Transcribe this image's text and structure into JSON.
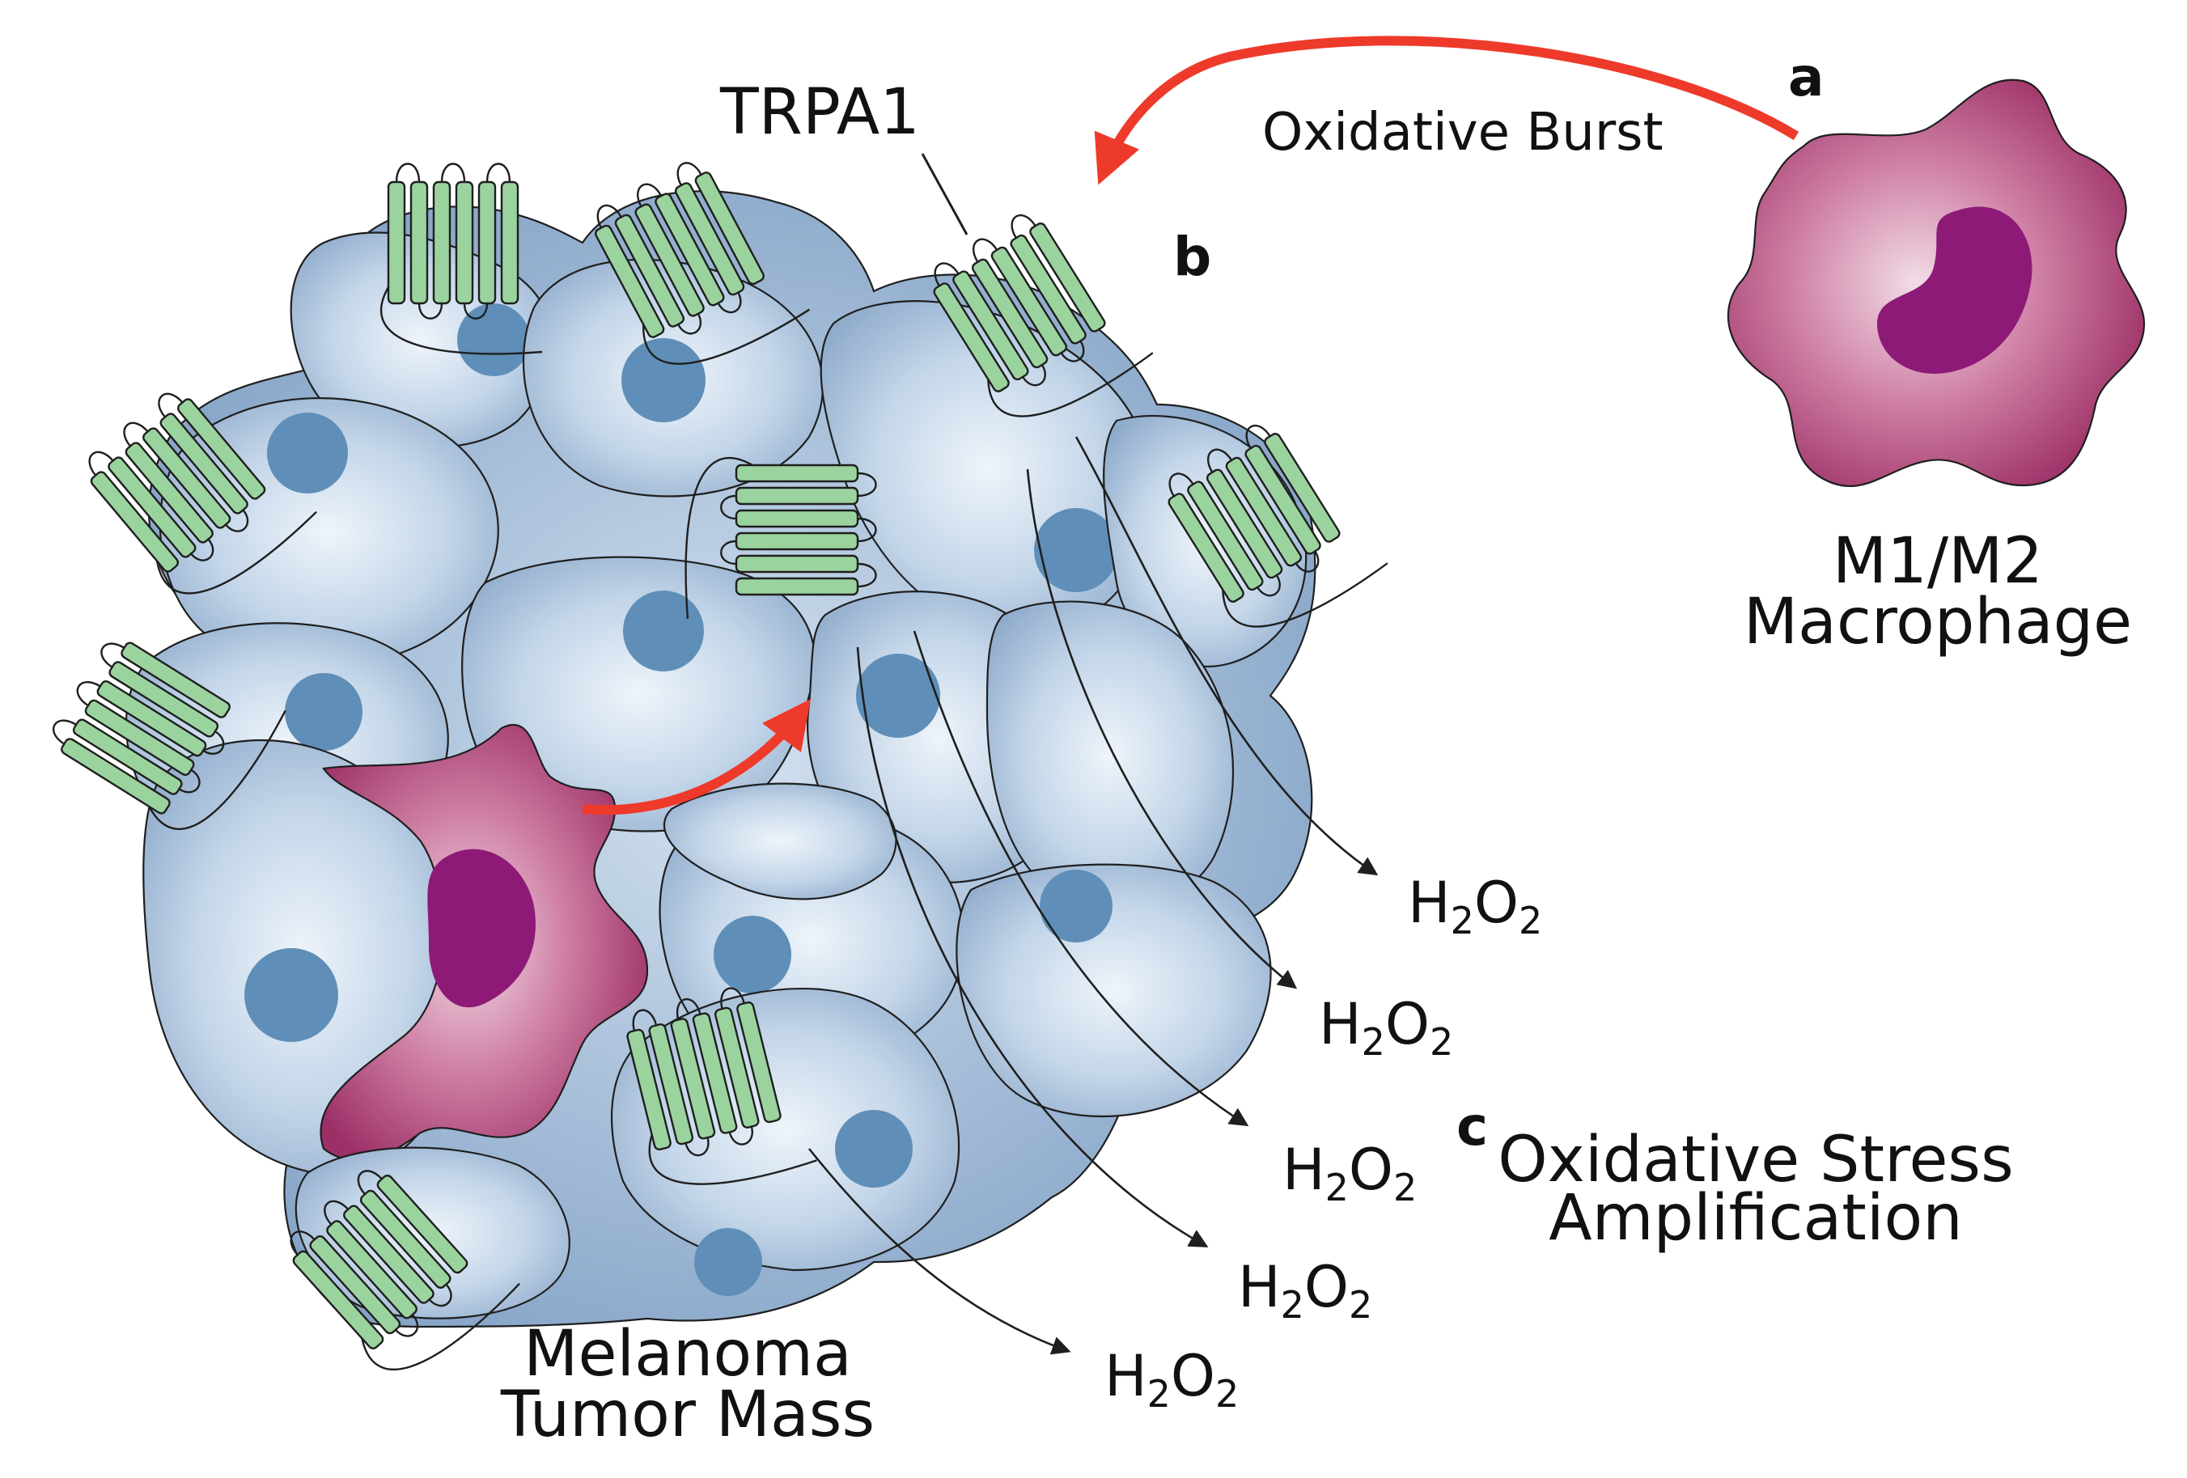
{
  "labels": {
    "trpa1": "TRPA1",
    "oxidative_burst": "Oxidative Burst",
    "panel_a": "a",
    "panel_b": "b",
    "panel_c": "c",
    "macrophage_line1": "M1/M2",
    "macrophage_line2": "Macrophage",
    "tumor_line1": "Melanoma",
    "tumor_line2": "Tumor Mass",
    "stress_line1": "Oxidative Stress",
    "stress_line2": "Amplification"
  },
  "h2o2": {
    "main": "H",
    "sub1": "2",
    "mid": "O",
    "sub2": "2"
  },
  "colors": {
    "cell_fill": "#a9c2dc",
    "cell_light": "#e8f0f8",
    "nucleus": "#5f8fb8",
    "macrophage": "#a8386f",
    "macrophage_light": "#e8c8d8",
    "macrophage_nucleus": "#8e1a78",
    "channel": "#9bd39f",
    "arrow_red": "#ee3a2a"
  }
}
